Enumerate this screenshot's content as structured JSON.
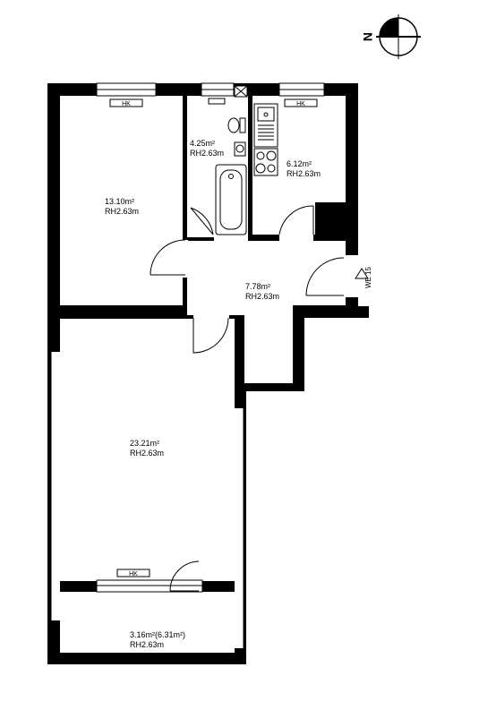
{
  "compass": {
    "label": "N"
  },
  "entrance": {
    "label": "WE 15"
  },
  "rooms": [
    {
      "area": "13.10m²",
      "height": "RH2.63m"
    },
    {
      "area": "4.25m²",
      "height": "RH2.63m"
    },
    {
      "area": "6.12m²",
      "height": "RH2.63m"
    },
    {
      "area": "7.78m²",
      "height": "RH2.63m"
    },
    {
      "area": "23.21m²",
      "height": "RH2.63m"
    },
    {
      "area": "3.16m²(6.31m²)",
      "height": "RH2.63m"
    }
  ],
  "radiators": [
    "HK",
    "HK",
    "HK"
  ]
}
